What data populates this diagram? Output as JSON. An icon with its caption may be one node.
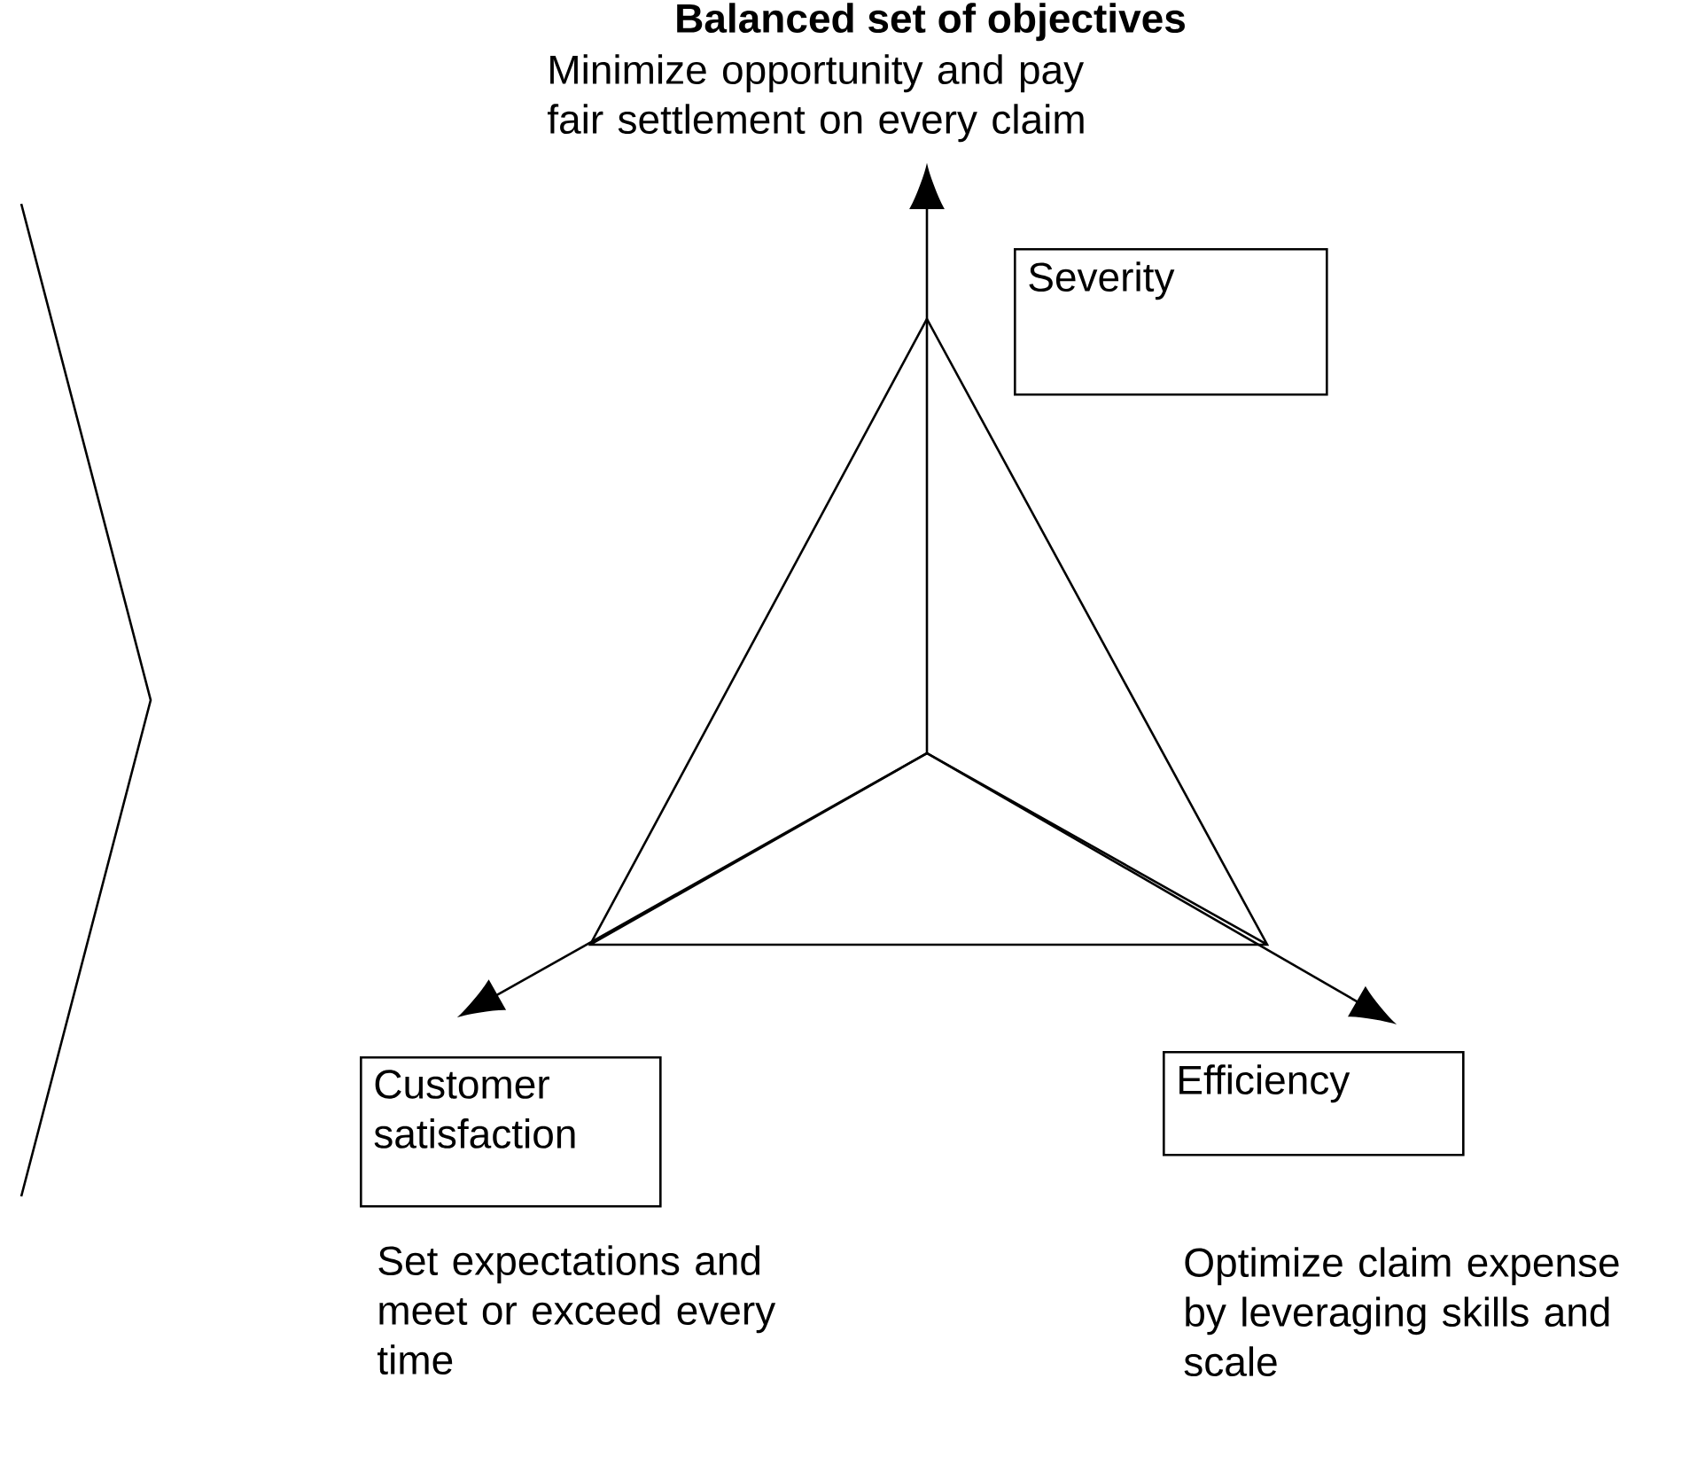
{
  "diagram": {
    "title": "Balanced set of objectives",
    "nodes": [
      {
        "text": [
          "Severity"
        ],
        "beside": [
          "Minimize opportunity and pay fair settlement on every claim"
        ]
      },
      {
        "text": [
          "Customer satisfaction"
        ],
        "beside": [
          "Set expectations and meet or exceed every time"
        ]
      },
      {
        "text": [
          "Efficiency"
        ],
        "beside": [
          "Optimize claim expense by leveraging skills and scale"
        ]
      }
    ]
  }
}
